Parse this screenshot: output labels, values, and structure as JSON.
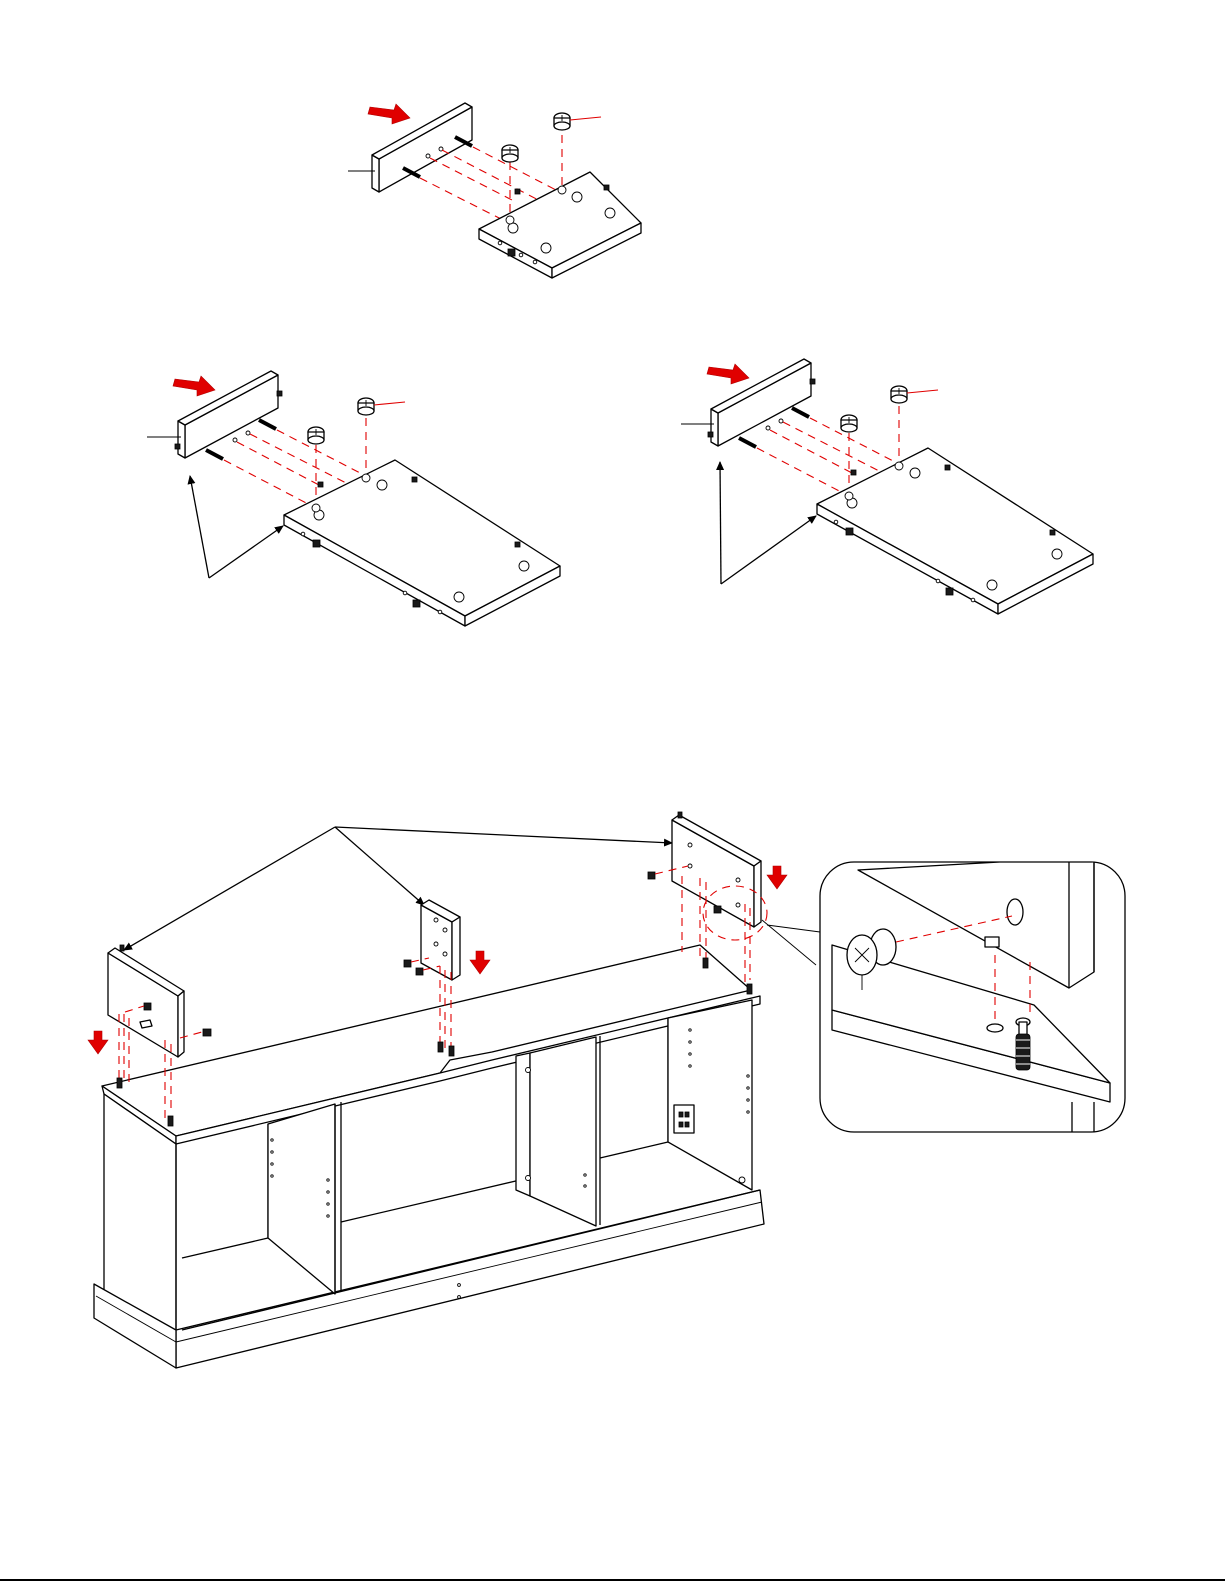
{
  "diagram": {
    "steps": [
      {
        "name": "step-top-assembly"
      },
      {
        "name": "step-left-assembly"
      },
      {
        "name": "step-right-assembly"
      },
      {
        "name": "step-main-assembly"
      }
    ],
    "detail_callout": {
      "name": "cam-lock-detail"
    },
    "colors": {
      "line": "#000000",
      "guide": "#e00000",
      "arrow": "#e00000",
      "background": "#ffffff"
    }
  }
}
